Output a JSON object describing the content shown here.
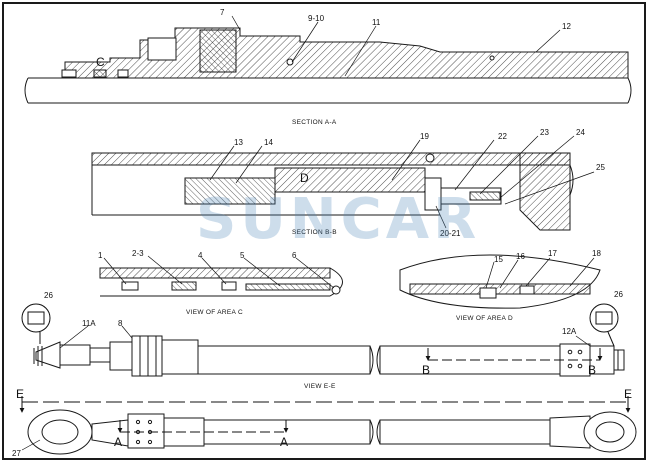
{
  "labels": {
    "c_top": "C",
    "n7": "7",
    "n9_10": "9-10",
    "n11": "11",
    "n12": "12",
    "n13": "13",
    "n14": "14",
    "n19": "19",
    "d_mid": "D",
    "n22": "22",
    "n23": "23",
    "n24": "24",
    "n25": "25",
    "n20_21": "20-21",
    "n1": "1",
    "n2_3": "2-3",
    "n4": "4",
    "n5": "5",
    "n6": "6",
    "n15": "15",
    "n16": "16",
    "n17": "17",
    "n18": "18",
    "n26_left": "26",
    "n26_right": "26",
    "n11a": "11A",
    "n8": "8",
    "n12a": "12A",
    "b_left": "B",
    "b_right": "B",
    "e_left": "E",
    "e_right": "E",
    "a_left": "A",
    "a_right": "A",
    "n27": "27"
  },
  "captions": {
    "section_aa": "SECTION A-A",
    "section_bb": "SECTION B-B",
    "view_area_c": "VIEW OF AREA C",
    "view_area_d": "VIEW OF AREA D",
    "view_ee": "VIEW E-E"
  },
  "watermark": "SUNCAR",
  "colors": {
    "line": "#1a1a1a",
    "watermark": "#4a86b8"
  }
}
